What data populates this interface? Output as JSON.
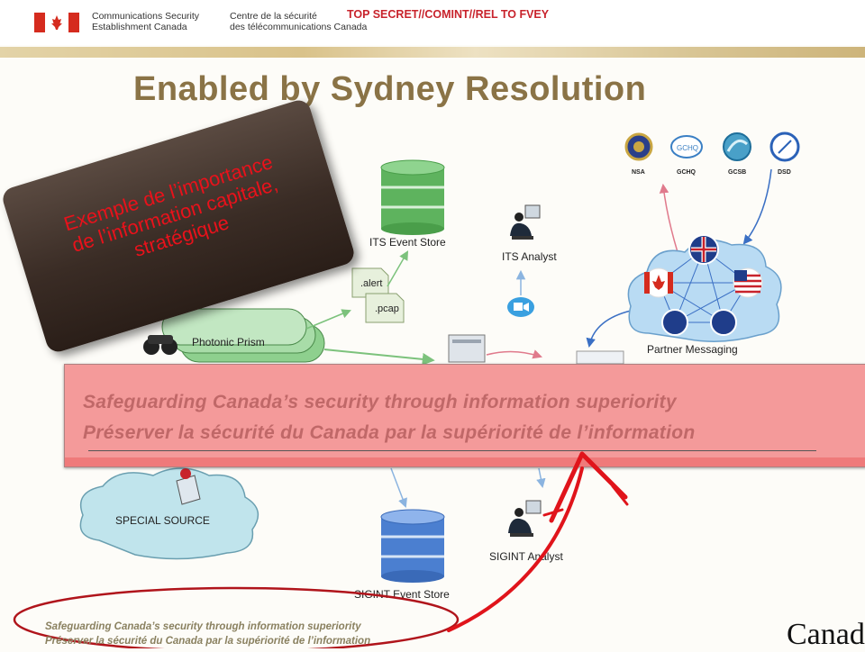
{
  "header": {
    "org_en_line1": "Communications Security",
    "org_en_line2": "Establishment Canada",
    "org_fr_line1": "Centre de la sécurité",
    "org_fr_line2": "des télécommunications Canada",
    "classification": "TOP SECRET//COMINT//REL TO FVEY"
  },
  "title": "Enabled by Sydney Resolution",
  "callout": {
    "line1": "Exemple de l’importance",
    "line2": "de l’information capitale,",
    "line3": "stratégique"
  },
  "diagram": {
    "its_event_store": "ITS Event Store",
    "its_analyst": "ITS Analyst",
    "file_alert": ".alert",
    "file_pcap": ".pcap",
    "photonic_prism": "Photonic Prism",
    "partner_messaging": "Partner Messaging",
    "special_source": "SPECIAL SOURCE",
    "sigint_event_store": "SIGINT Event Store",
    "sigint_analyst": "SIGINT Analyst",
    "agencies": [
      "NSA",
      "GCHQ",
      "GCSB",
      "DSD"
    ]
  },
  "banner": {
    "line_en": "Safeguarding Canada’s security through information superiority",
    "line_fr": "Préserver la sécurité du Canada par la supériorité de l’information"
  },
  "footer": {
    "line_en": "Safeguarding Canada’s security through information superiority",
    "line_fr": "Préserver la sécurité du Canada par la supériorité de l’information",
    "wordmark": "Canada"
  },
  "colors": {
    "title": "#8a7346",
    "classification": "#c8232c",
    "callout_text": "#e8121b",
    "banner_bg": "#f49a9a",
    "annotation_red": "#e0141b",
    "store_green": "#5eb35e",
    "store_blue": "#4b7fd0",
    "cloud_blue": "#b9dbf3"
  }
}
